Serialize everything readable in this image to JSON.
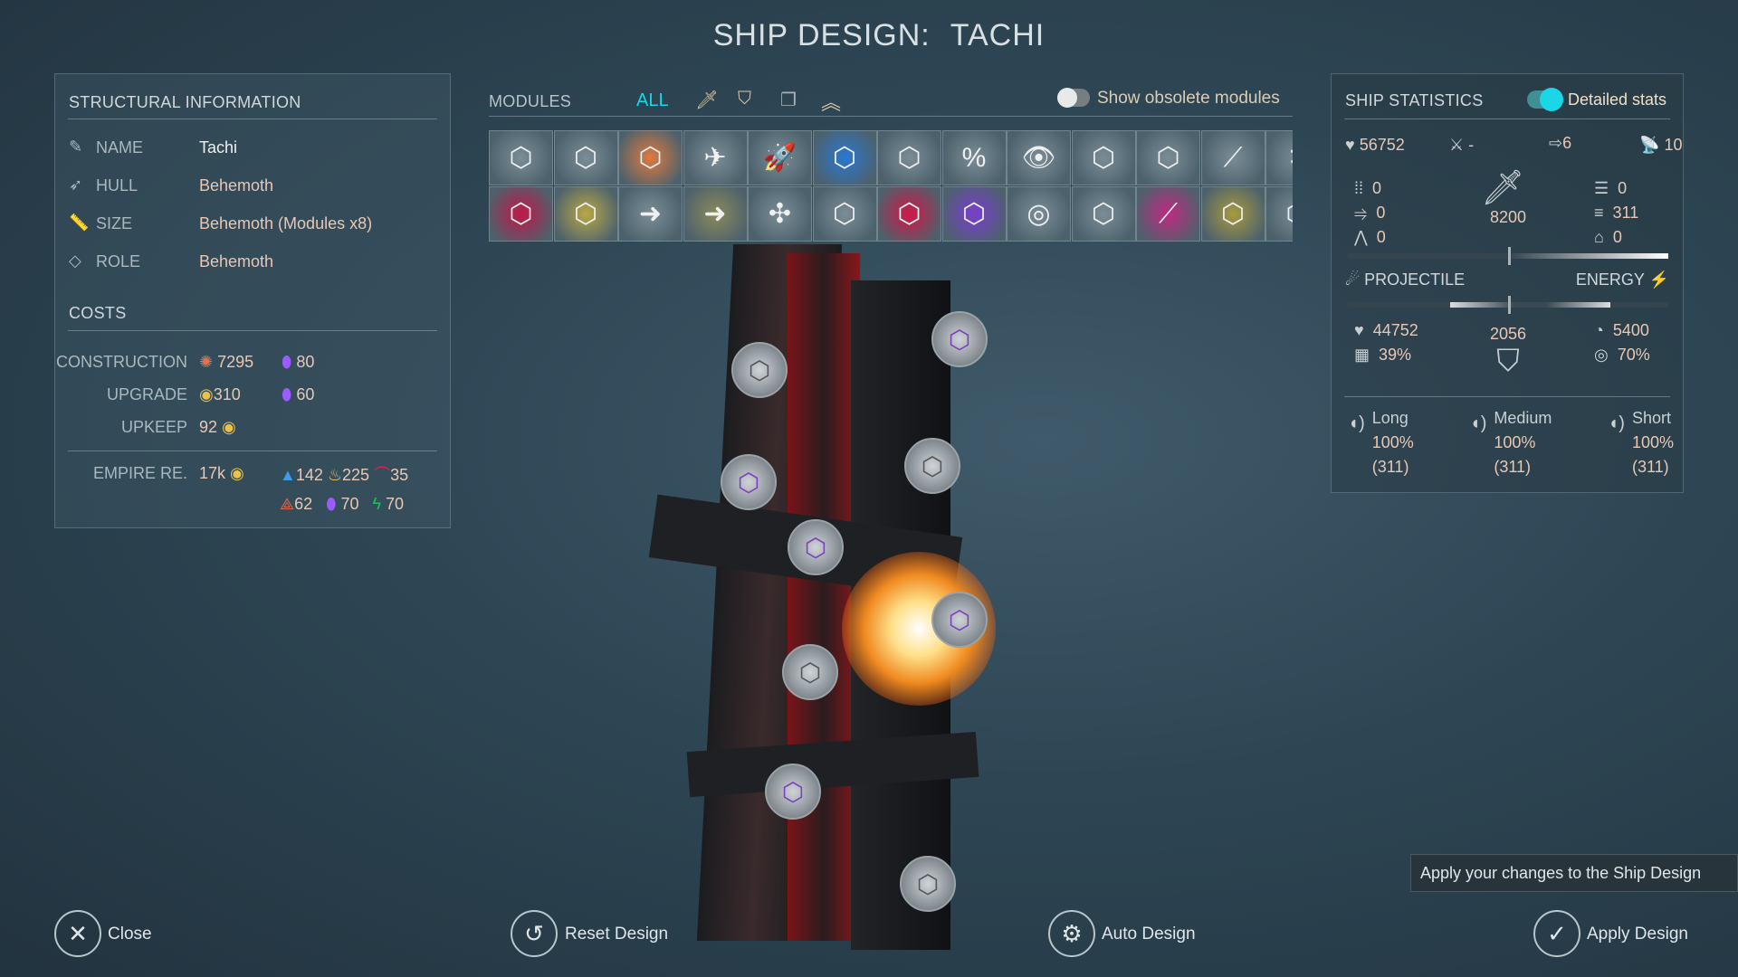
{
  "title": {
    "label": "SHIP DESIGN:",
    "name": "TACHI"
  },
  "structural": {
    "heading": "STRUCTURAL INFORMATION",
    "rows": [
      {
        "icon": "pencil-icon",
        "label": "NAME",
        "value": "Tachi"
      },
      {
        "icon": "ship-icon",
        "label": "HULL",
        "value": "Behemoth"
      },
      {
        "icon": "ruler-icon",
        "label": "SIZE",
        "value": "Behemoth (Modules x8)"
      },
      {
        "icon": "tag-icon",
        "label": "ROLE",
        "value": "Behemoth"
      }
    ]
  },
  "costs": {
    "heading": "COSTS",
    "construction": {
      "label": "CONSTRUCTION",
      "industry": "7295",
      "crystal": "80"
    },
    "upgrade": {
      "label": "UPGRADE",
      "dust": "310",
      "crystal": "60"
    },
    "upkeep": {
      "label": "UPKEEP",
      "value": "92"
    },
    "empire": {
      "label": "EMPIRE RE.",
      "dust": "17k",
      "r1": "142",
      "r2": "225",
      "r3": "35",
      "r4": "62",
      "r5": "70",
      "r6": "70"
    }
  },
  "modules": {
    "heading": "MODULES",
    "filters": [
      "ALL",
      "weapon-filter-icon",
      "defense-filter-icon",
      "support-filter-icon",
      "upgrade-filter-icon"
    ],
    "obsolete_label": "Show obsolete modules",
    "obsolete_on": false,
    "row1": [
      "armor",
      "shield",
      "shield-orange",
      "fighters",
      "missile",
      "crew-blue",
      "sensor-2",
      "percent",
      "eye",
      "lab-2",
      "atom-1",
      "laser",
      "projectile"
    ],
    "row2": [
      "armor-red",
      "shield-yellow",
      "move-white",
      "move-yellow",
      "drone",
      "sensor-2b",
      "sensor-3-red",
      "repair-purple",
      "spiral",
      "atom-2",
      "laser-pink",
      "energy-yellow",
      "orange"
    ]
  },
  "stats": {
    "heading": "SHIP STATISTICS",
    "detailed_label": "Detailed stats",
    "detailed_on": true,
    "hp": "56752",
    "invasion": "-",
    "speed": "6",
    "sensor": "10",
    "left": [
      "0",
      "0",
      "0"
    ],
    "attack": "8200",
    "right": [
      "0",
      "311",
      "0"
    ],
    "projectile_label": "PROJECTILE",
    "energy_label": "ENERGY",
    "attack_balance": 0.5,
    "defense_balance": 0.5,
    "repair": "44752",
    "armor_pct": "39%",
    "defense": "2056",
    "shield": "5400",
    "shield_pct": "70%",
    "ranges": [
      {
        "label": "Long",
        "pct": "100%",
        "val": "(311)"
      },
      {
        "label": "Medium",
        "pct": "100%",
        "val": "(311)"
      },
      {
        "label": "Short",
        "pct": "100%",
        "val": "(311)"
      }
    ]
  },
  "footer": {
    "close": "Close",
    "reset": "Reset Design",
    "auto": "Auto Design",
    "apply": "Apply Design",
    "tooltip": "Apply your changes to the Ship Design"
  },
  "colors": {
    "accent": "#1ad6e6",
    "value": "#e8c8b4",
    "crystal": "#9a5cff",
    "dust": "#e8c24a"
  }
}
